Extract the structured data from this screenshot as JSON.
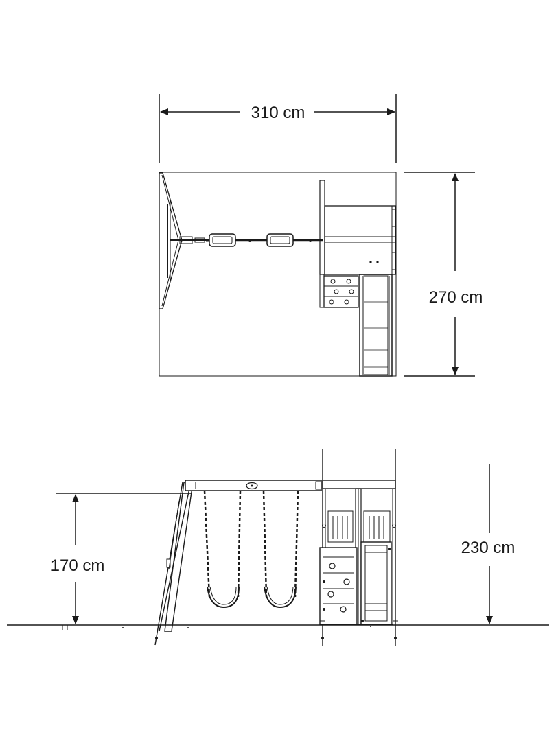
{
  "top_view": {
    "width_label": "310 cm",
    "depth_label": "270 cm"
  },
  "side_view": {
    "swing_height_label": "170 cm",
    "tower_height_label": "230 cm"
  },
  "colors": {
    "line": "#1a1a1a",
    "background": "#ffffff"
  }
}
